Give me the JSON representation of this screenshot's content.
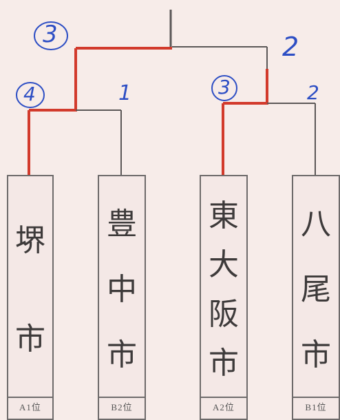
{
  "teams": [
    {
      "name_chars": [
        "堺",
        "市"
      ],
      "seed": "A1位",
      "score": "4",
      "winner": true
    },
    {
      "name_chars": [
        "豊",
        "中",
        "市"
      ],
      "seed": "B2位",
      "score": "1",
      "winner": false
    },
    {
      "name_chars": [
        "東",
        "大",
        "阪",
        "市"
      ],
      "seed": "A2位",
      "score": "3",
      "winner": true
    },
    {
      "name_chars": [
        "八",
        "尾",
        "市"
      ],
      "seed": "B1位",
      "score": "2",
      "winner": false
    }
  ],
  "final": {
    "left_score": "3",
    "right_score": "2"
  },
  "colors": {
    "win_line": "#d23a2c",
    "line": "#5b5757",
    "score_ink": "#2d4ec4",
    "paper": "#f7ece9"
  }
}
